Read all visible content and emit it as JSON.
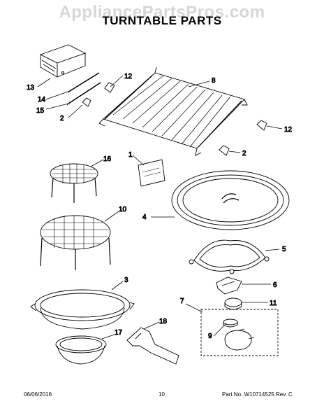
{
  "watermark": "AppliancePartsPros.com",
  "title": "TURNTABLE PARTS",
  "callouts": [
    "13",
    "14",
    "15",
    "2",
    "12",
    "8",
    "12",
    "2",
    "16",
    "1",
    "10",
    "4",
    "5",
    "6",
    "3",
    "7",
    "11",
    "9",
    "18",
    "17"
  ],
  "footer": {
    "date": "06/06/2016",
    "page": "10",
    "part_label": "Part No.",
    "part_number": "W10714525",
    "rev": "Rev. C"
  }
}
